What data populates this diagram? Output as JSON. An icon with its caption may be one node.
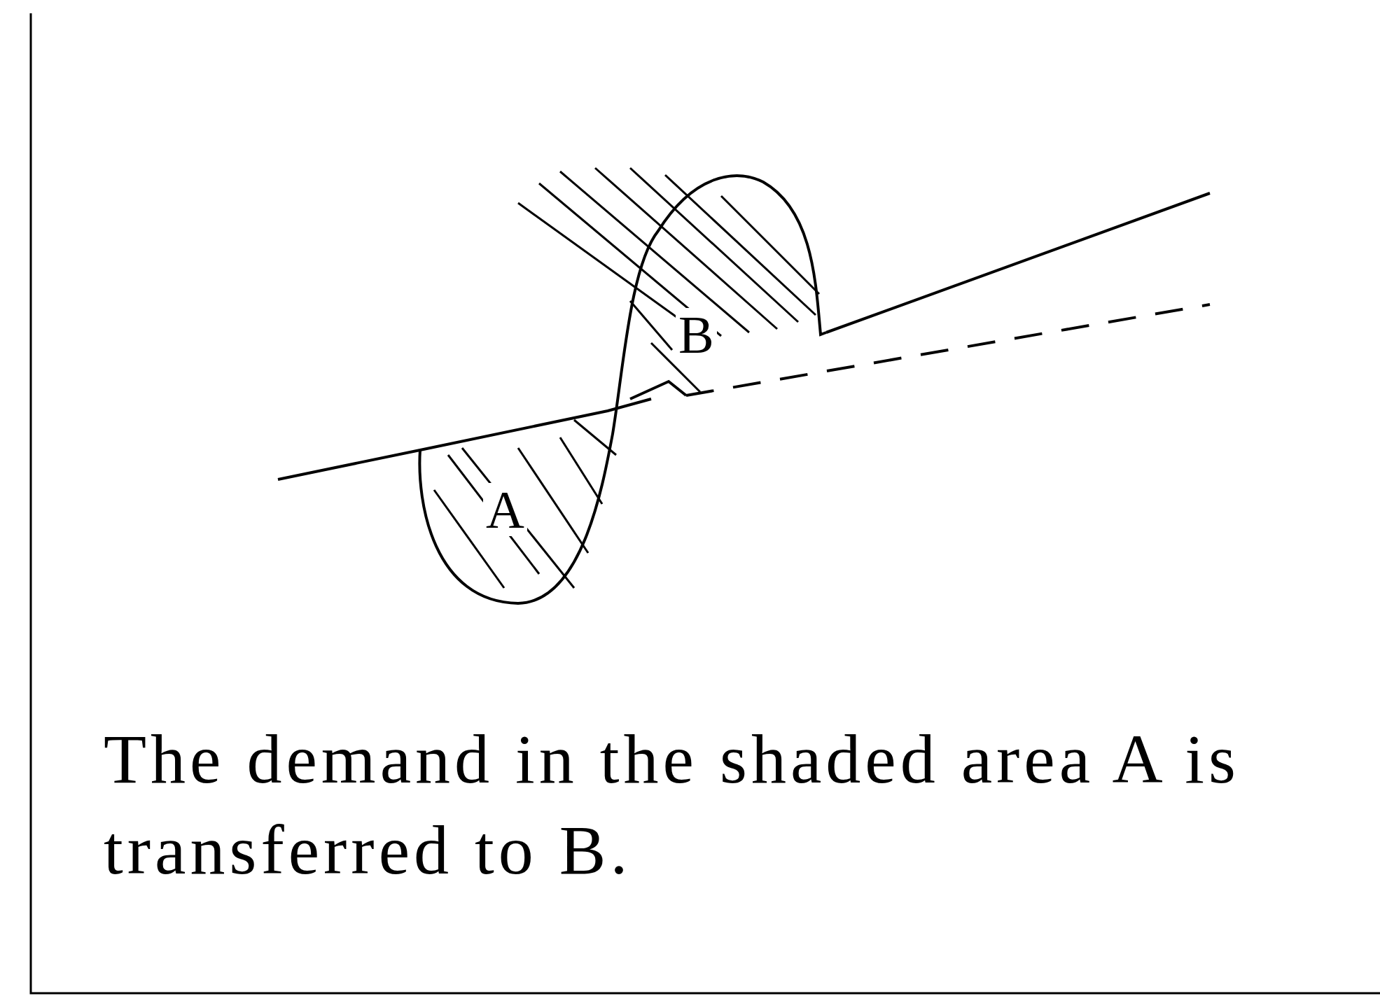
{
  "diagram": {
    "caption": "The demand in the shaded area A is transferred to B.",
    "labels": [
      "B",
      "A"
    ]
  }
}
